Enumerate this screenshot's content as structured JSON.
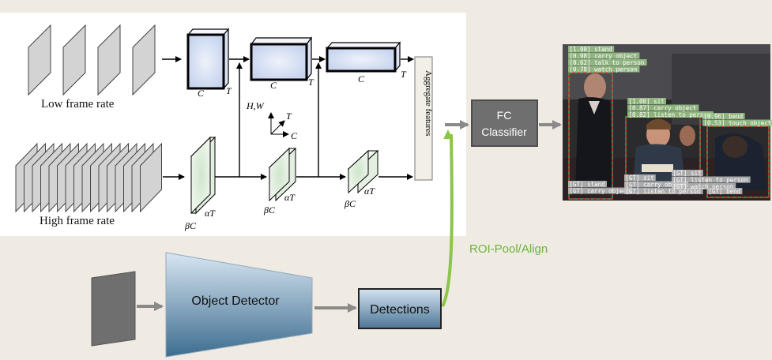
{
  "diagram": {
    "labels": {
      "low_frame_rate": "Low frame rate",
      "high_frame_rate": "High frame rate",
      "aggregate": "Aggregate features",
      "fc_classifier": [
        "FC",
        "Classifier"
      ],
      "roi": "ROI-Pool/Align",
      "object_detector": "Object Detector",
      "detections": "Detections"
    },
    "slow_pathway": [
      {
        "channel": "C",
        "time": "T"
      },
      {
        "channel": "C",
        "time": "T"
      },
      {
        "channel": "C",
        "time": "T"
      }
    ],
    "fast_pathway": [
      {
        "channel": "βC",
        "time": "αT"
      },
      {
        "channel": "βC",
        "time": "αT"
      },
      {
        "channel": "βC",
        "time": "αT"
      }
    ],
    "axes": {
      "hw": "H,W",
      "t": "T",
      "c": "C"
    },
    "colors": {
      "green_arrow": "#8dc44a",
      "classifier_box": "#707070",
      "detector_blue": "#3e6f92",
      "roi_text": "#6db33f"
    }
  },
  "video_frame": {
    "person_left_tags": [
      "[1.00] stand",
      "[0.98] carry object",
      "[0.62] talk to person",
      "[0.78] watch person"
    ],
    "person_mid_tags": [
      "[1.00] sit",
      "[0.87] carry object",
      "[0.82] listen to person"
    ],
    "person_right_tags": [
      "[0.96] bend",
      "[0.53] touch object"
    ],
    "gt_left_tags": [
      "[GT] stand",
      "[GT] carry object"
    ],
    "gt_mid_tags": [
      "[GT] sit",
      "[GT] carry object",
      "[GT] listen to person"
    ],
    "gt_mid2_tags": [
      "[GT] sit",
      "[GT] listen to person",
      "[GT] watch person"
    ],
    "gt_right_tags": [
      "[GT] bend"
    ]
  }
}
